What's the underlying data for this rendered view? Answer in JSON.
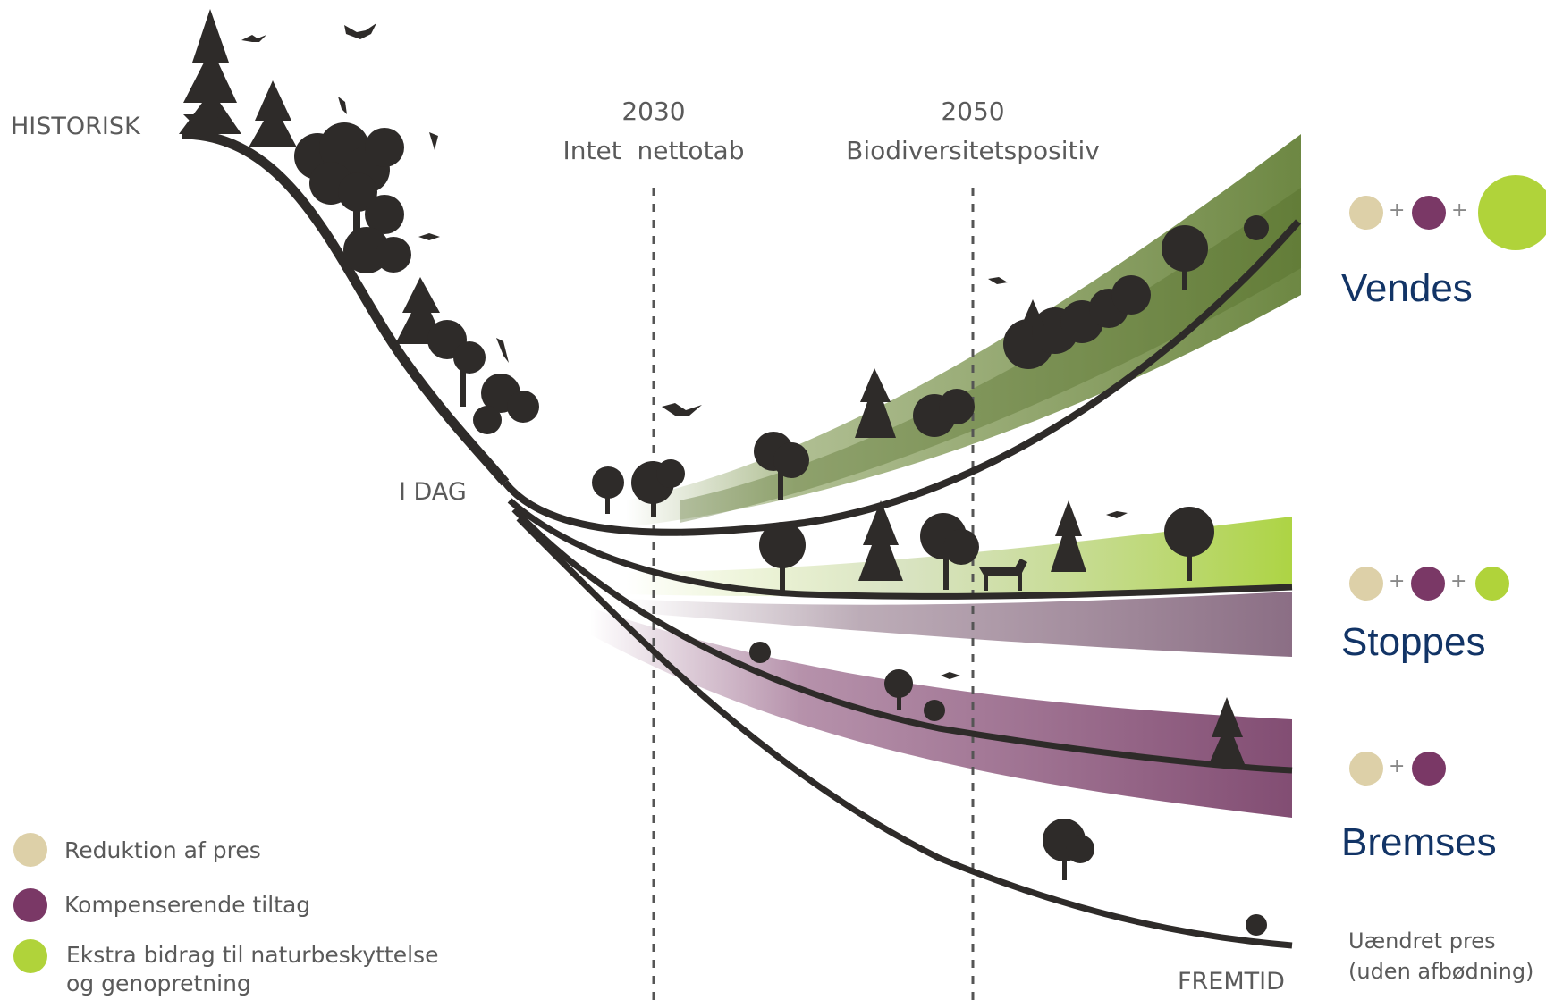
{
  "stages": {
    "historic": "HISTORISK",
    "today": "I DAG",
    "future": "FREMTID"
  },
  "milestones": [
    {
      "year": "2030",
      "label": "Intet  nettotab"
    },
    {
      "year": "2050",
      "label": "Biodiversitetspositiv"
    }
  ],
  "scenarios": {
    "reverse": "Vendes",
    "halt": "Stoppes",
    "slow": "Bremses",
    "unchanged_line1": "Uændret pres",
    "unchanged_line2": "(uden afbødning)"
  },
  "operators": {
    "plus": "+"
  },
  "legend": [
    {
      "label": "Reduktion af pres"
    },
    {
      "label": "Kompenserende tiltag"
    },
    {
      "label": "Ekstra bidrag til naturbeskyttelse",
      "label2": "og genopretning"
    }
  ],
  "colors": {
    "reduction": "#ddd0a8",
    "compensation": "#7a3866",
    "extra": "#b0d33a",
    "curve": "#2e2b29",
    "scenario_text": "#123466",
    "label_text": "#5a5a5a"
  }
}
